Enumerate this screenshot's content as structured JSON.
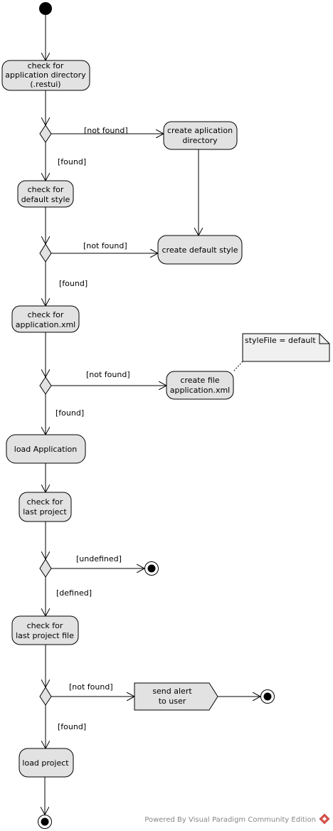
{
  "activities": {
    "check_app_dir": [
      "check for",
      "application directory",
      "(.restui)"
    ],
    "create_app_dir": [
      "create aplication",
      "directory"
    ],
    "check_default_style": [
      "check for",
      "default style"
    ],
    "create_default_style": [
      "create default style"
    ],
    "check_app_xml": [
      "check for",
      "application.xml"
    ],
    "create_app_xml": [
      "create file",
      "application.xml"
    ],
    "load_application": [
      "load Application"
    ],
    "check_last_project": [
      "check for",
      "last project"
    ],
    "check_last_project_file": [
      "check for",
      "last project file"
    ],
    "send_alert": [
      "send alert",
      "to user"
    ],
    "load_project": [
      "load project"
    ]
  },
  "guards": {
    "g1_not_found": "[not found]",
    "g1_found": "[found]",
    "g2_not_found": "[not found]",
    "g2_found": "[found]",
    "g3_not_found": "[not found]",
    "g3_found": "[found]",
    "g4_undefined": "[undefined]",
    "g4_defined": "[defined]",
    "g5_not_found": "[not found]",
    "g5_found": "[found]"
  },
  "note": {
    "text": "styleFile = default"
  },
  "footer": {
    "text": "Powered By Visual Paradigm Community Edition"
  }
}
